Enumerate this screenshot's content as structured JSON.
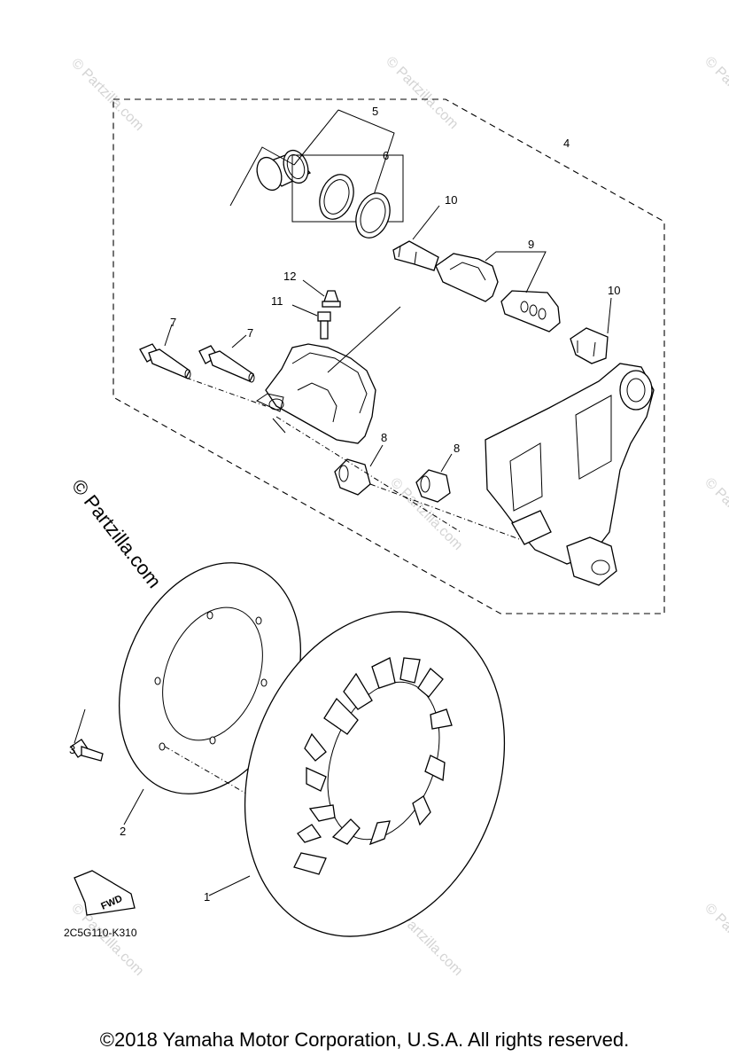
{
  "watermarks": {
    "main": "© Partzilla.com",
    "faint": "© Partzilla.com"
  },
  "callouts": {
    "c1": "1",
    "c2": "2",
    "c3": "3",
    "c4": "4",
    "c5": "5",
    "c6": "6",
    "c7a": "7",
    "c7b": "7",
    "c8a": "8",
    "c8b": "8",
    "c9": "9",
    "c10a": "10",
    "c10b": "10",
    "c11": "11",
    "c12": "12"
  },
  "fwd_label": "FWD",
  "diagram_code": "2C5G110-K310",
  "copyright": "©2018  Yamaha Motor Corporation, U.S.A. All rights reserved.",
  "colors": {
    "line": "#000000",
    "watermark": "#d4d4d4",
    "background": "#ffffff"
  }
}
